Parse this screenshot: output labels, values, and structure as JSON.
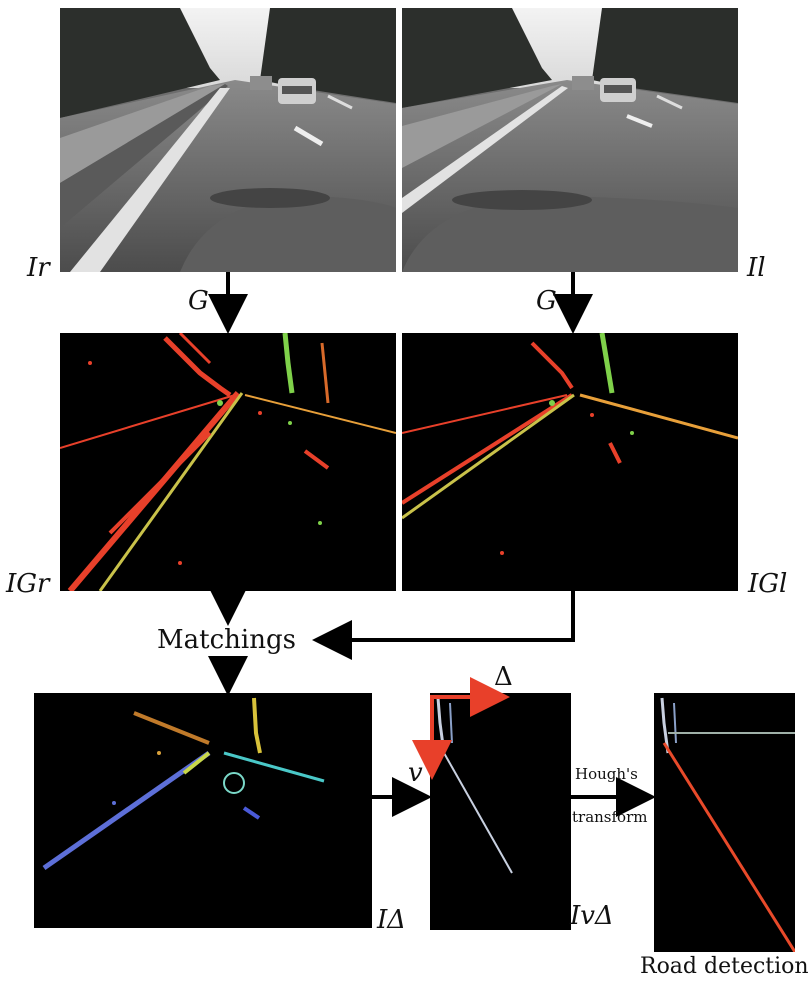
{
  "labels": {
    "ir": "Ir",
    "il": "Il",
    "g_left": "G",
    "g_right": "G",
    "igr": "IGr",
    "igl": "IGl",
    "matchings": "Matchings",
    "i_delta": "IΔ",
    "v": "v",
    "delta": "Δ",
    "iv_delta": "IvΔ",
    "hough_line1": "Hough's",
    "hough_line2": "transform",
    "road_detection": "Road detection"
  },
  "colors": {
    "arrow": "#000000",
    "axes": "#e8402a",
    "edge_red": "#e8402a",
    "edge_green": "#7fd14a",
    "road_line": "#e84a2a",
    "horizon_line": "#9fb0a8"
  }
}
